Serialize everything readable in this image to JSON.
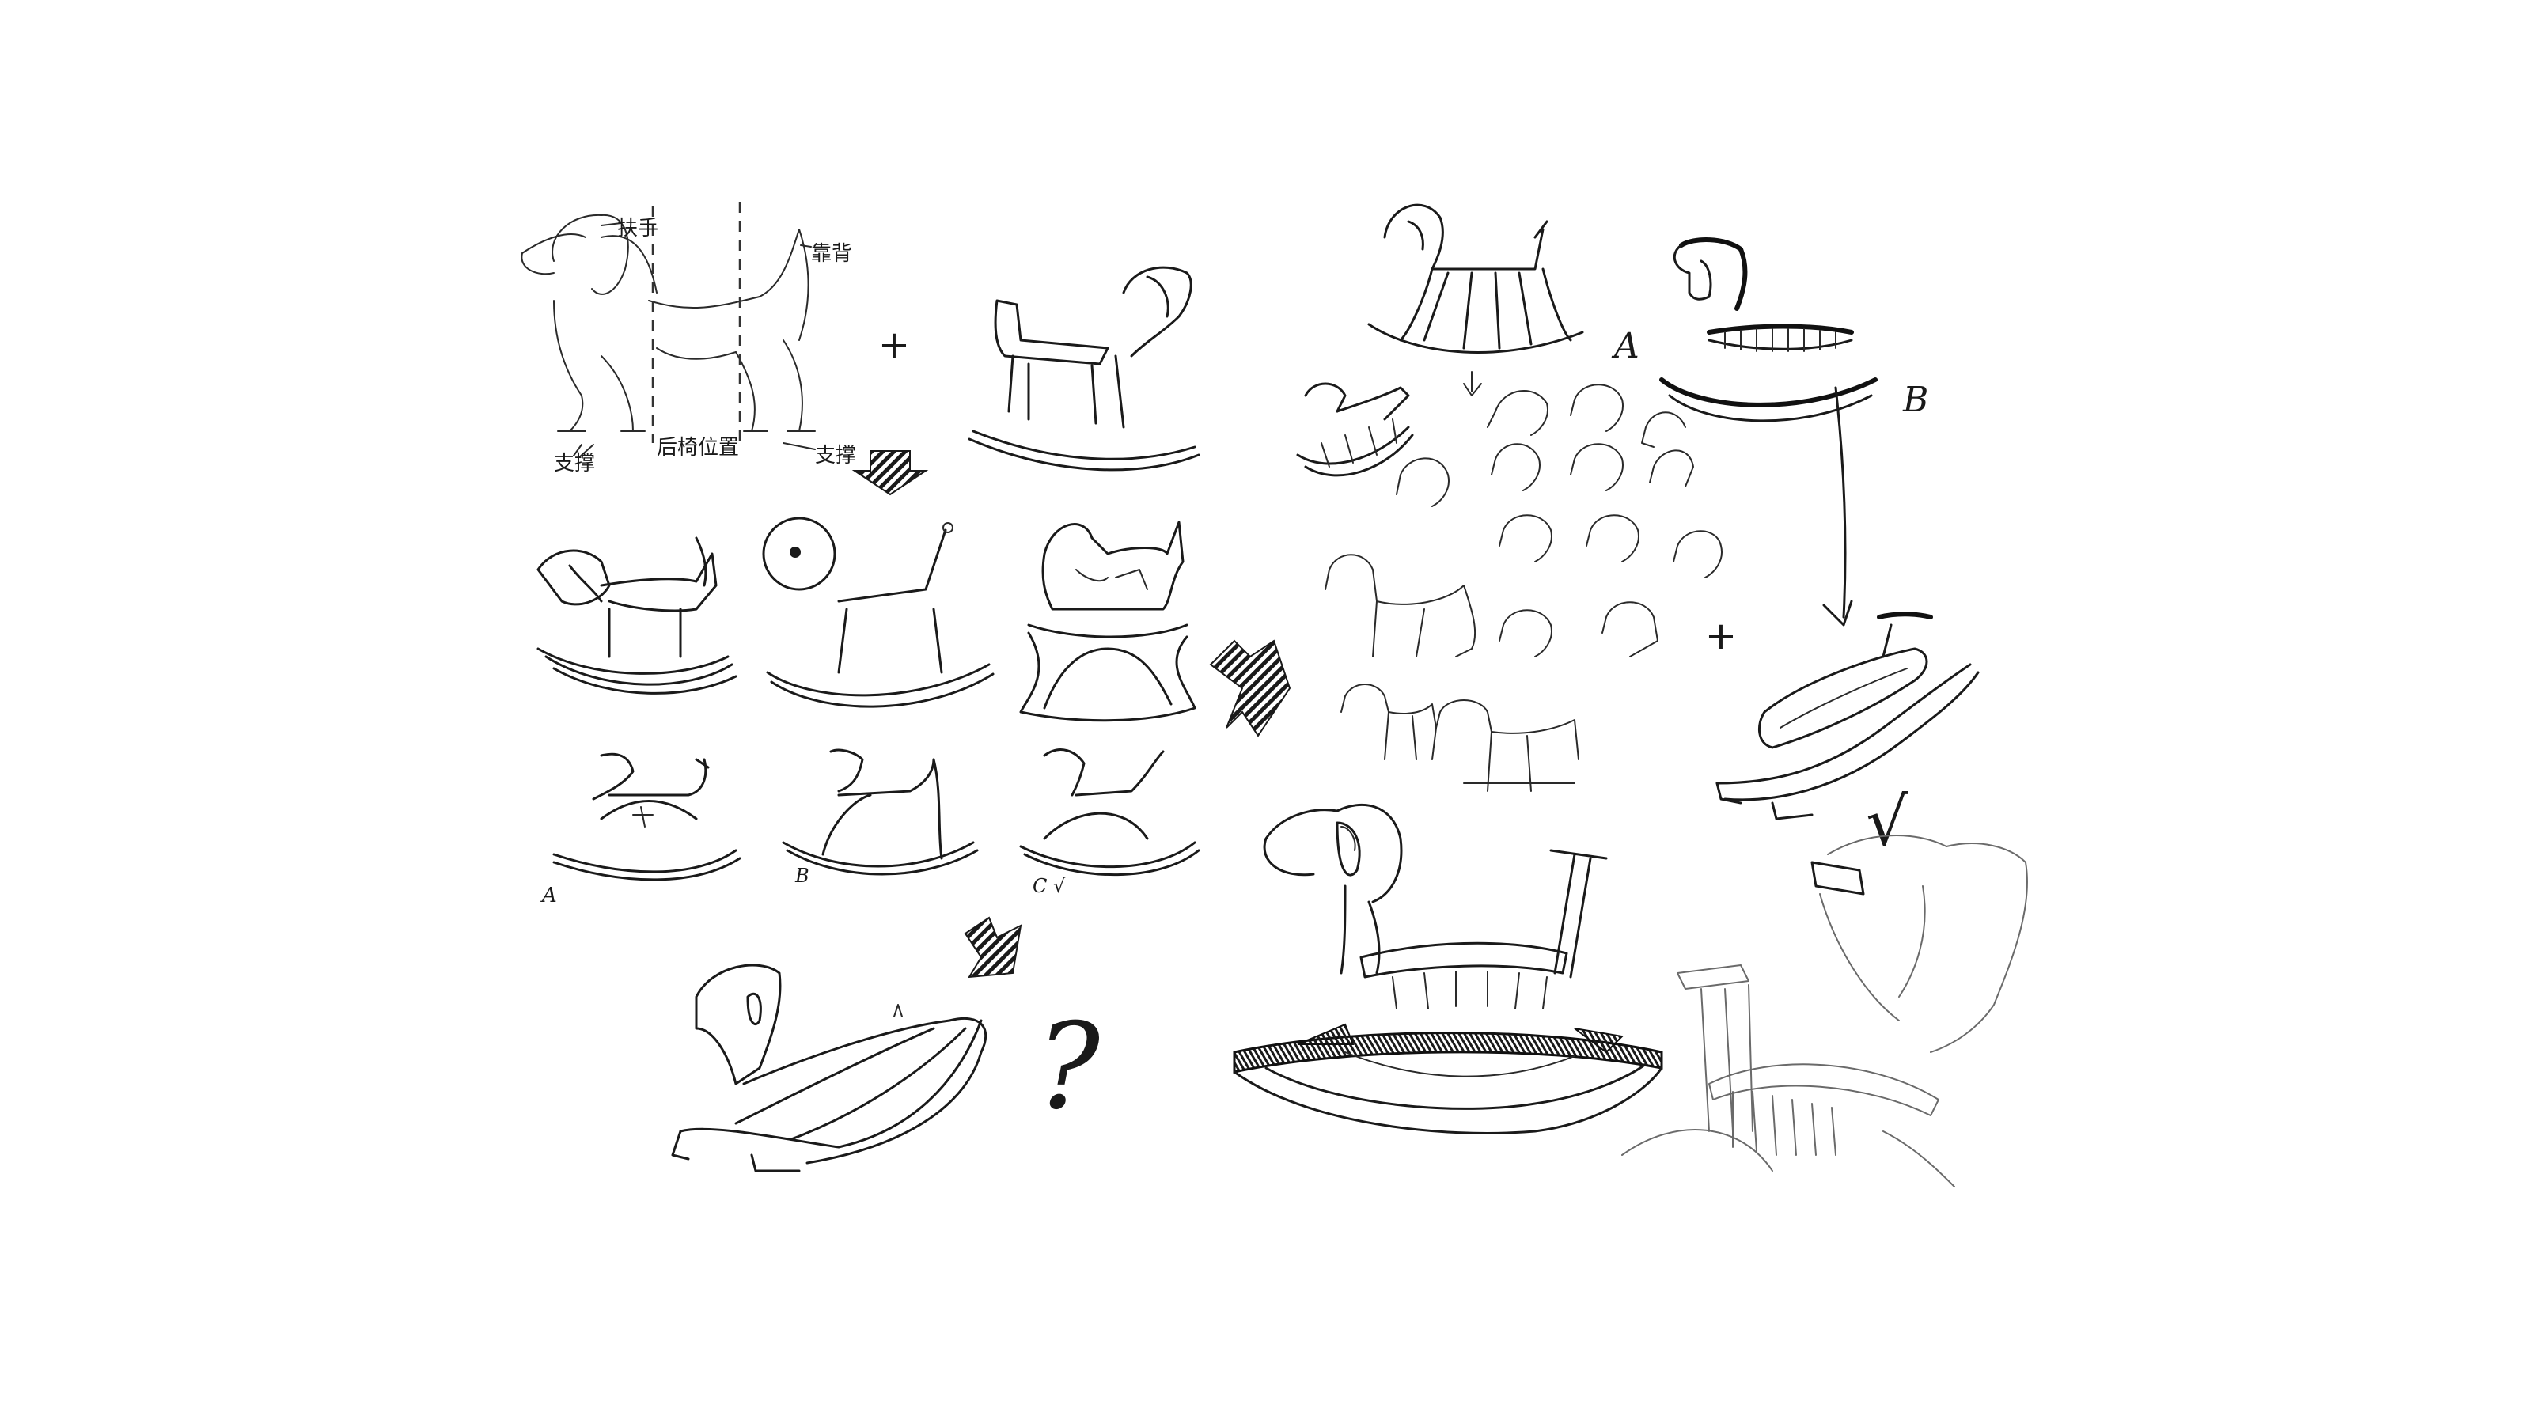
{
  "labels": {
    "armrest": "扶手",
    "backrest": "靠背",
    "front_support": "支撑",
    "rear_seat": "后椅位置",
    "rear_support": "支撑",
    "concept_a": "A",
    "concept_b": "B",
    "concept_c": "C √",
    "group_a": "A",
    "group_b": "B",
    "plus_1": "+",
    "plus_2": "+",
    "question": "?",
    "check": "√"
  },
  "colors": {
    "ink": "#1a1a1a",
    "paper": "#ffffff"
  }
}
